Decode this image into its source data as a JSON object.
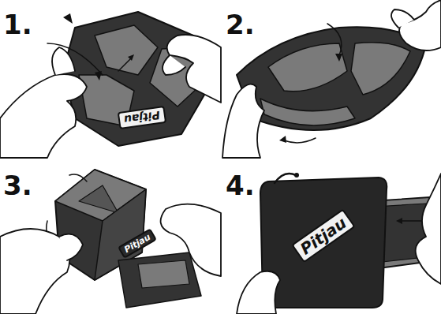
{
  "diagram": {
    "labels": [
      "1.",
      "2.",
      "3.",
      "4.",
      "Pitjau",
      "Pitjau",
      "Pitjau"
    ]
  }
}
